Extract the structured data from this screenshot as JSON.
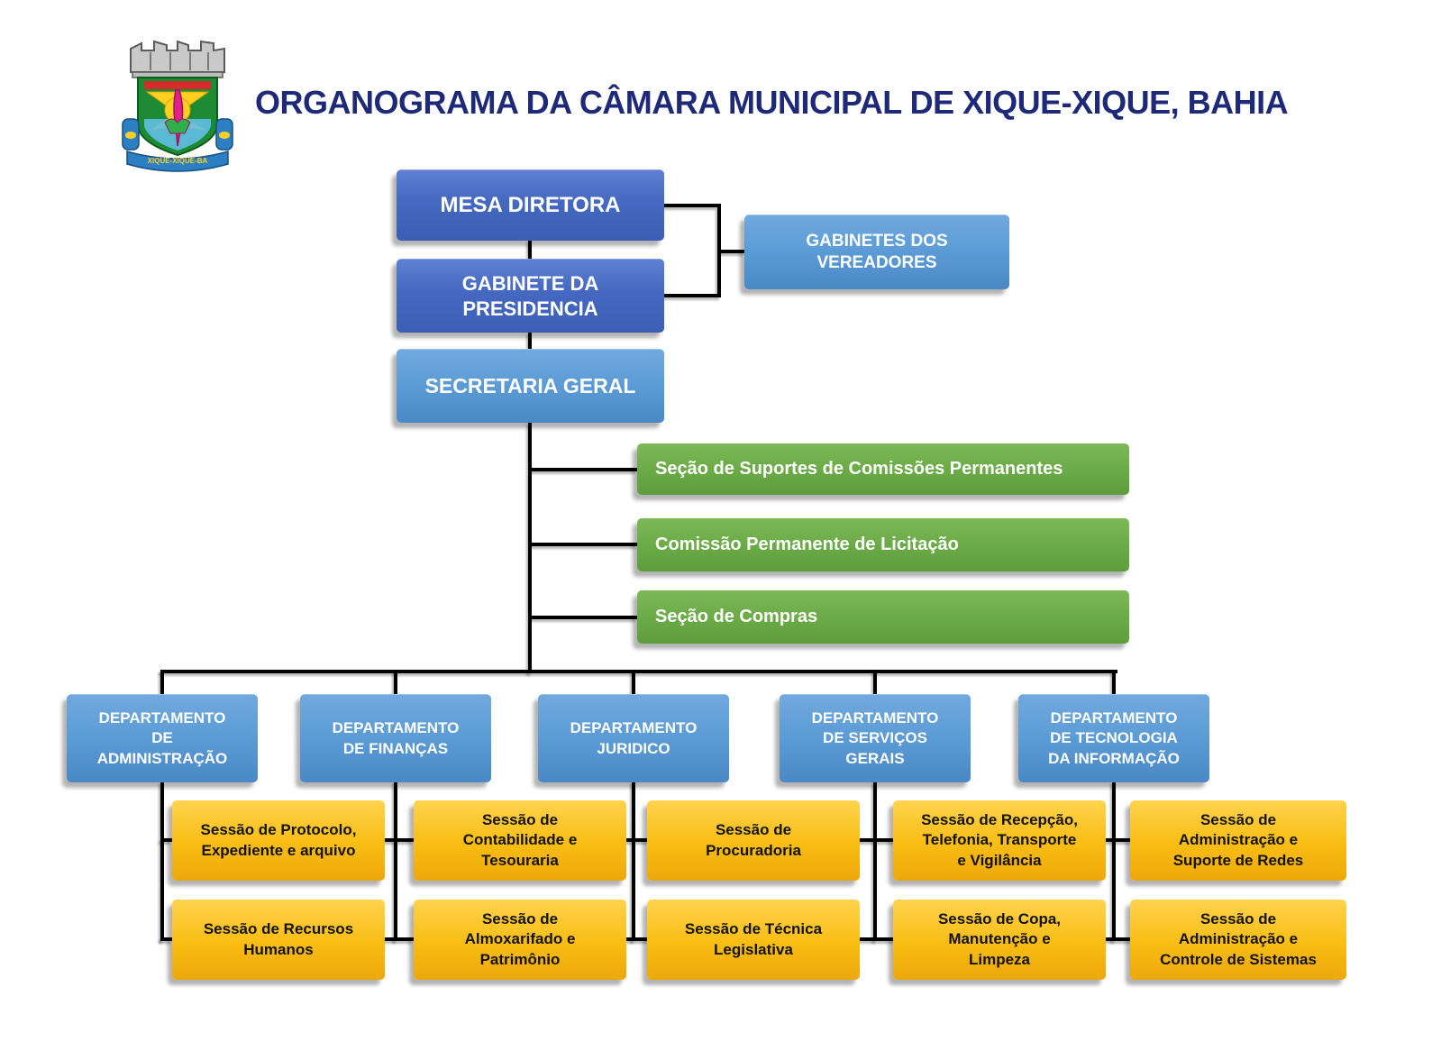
{
  "page": {
    "title": "ORGANOGRAMA DA CÂMARA MUNICIPAL DE XIQUE-XIQUE, BAHIA"
  },
  "logo": {
    "description": "coat-of-arms-of-xique-xique",
    "banner_text": "XIQUE-XIQUE-BA"
  },
  "colors": {
    "title_text": "#1e2a78",
    "royal_blue_box": "#4568c0",
    "steel_blue_box": "#5b9bd5",
    "green_box": "#6aaa46",
    "gold_box": "#f9bd12",
    "connector": "#000000",
    "background": "#ffffff"
  },
  "chart": {
    "top": {
      "mesa_diretora": "MESA DIRETORA",
      "gabinete_presidencia": "GABINETE DA\nPRESIDENCIA",
      "gabinetes_vereadores": "GABINETES DOS\nVEREADORES",
      "secretaria_geral": "SECRETARIA GERAL"
    },
    "secoes": [
      "Seção de Suportes de Comissões Permanentes",
      "Comissão Permanente de Licitação",
      "Seção de Compras"
    ],
    "departamentos": [
      {
        "label": "DEPARTAMENTO\nDE\nADMINISTRAÇÃO",
        "sessoes": [
          "Sessão de Protocolo,\nExpediente e arquivo",
          "Sessão de Recursos\nHumanos"
        ]
      },
      {
        "label": "DEPARTAMENTO\nDE FINANÇAS",
        "sessoes": [
          "Sessão de\nContabilidade e\nTesouraria",
          "Sessão de\nAlmoxarifado e\nPatrimônio"
        ]
      },
      {
        "label": "DEPARTAMENTO\nJURIDICO",
        "sessoes": [
          "Sessão de\nProcuradoria",
          "Sessão de Técnica\nLegislativa"
        ]
      },
      {
        "label": "DEPARTAMENTO\nDE SERVIÇOS\nGERAIS",
        "sessoes": [
          "Sessão de Recepção,\nTelefonia, Transporte\ne Vigilância",
          "Sessão de Copa,\nManutenção e\nLimpeza"
        ]
      },
      {
        "label": "DEPARTAMENTO\nDE TECNOLOGIA\nDA INFORMAÇÃO",
        "sessoes": [
          "Sessão de\nAdministração e\nSuporte de Redes",
          "Sessão de\nAdministração e\nControle de Sistemas"
        ]
      }
    ]
  }
}
